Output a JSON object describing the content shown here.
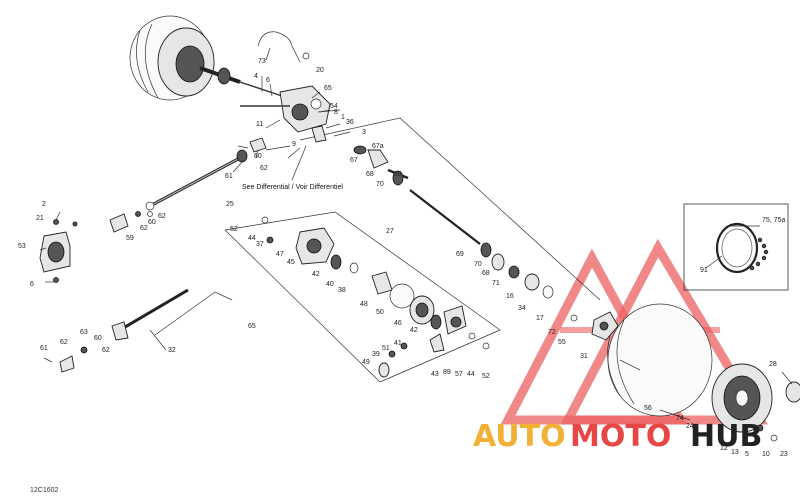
{
  "diagram_code": "12C1602",
  "note": "See Differential / Voir Differentiel",
  "watermark": {
    "auto": "AUTO",
    "moto": "MOTO",
    "hub": "HUB",
    "color_red": "#e84545",
    "color_orange": "#f2b134",
    "color_dark": "#222222"
  },
  "callouts": [
    {
      "id": "73",
      "t": "73"
    },
    {
      "id": "20",
      "t": "20"
    },
    {
      "id": "65a",
      "t": "65"
    },
    {
      "id": "4a",
      "t": "4"
    },
    {
      "id": "6",
      "t": "6"
    },
    {
      "id": "54",
      "t": "54"
    },
    {
      "id": "8",
      "t": "8"
    },
    {
      "id": "1",
      "t": "1"
    },
    {
      "id": "36",
      "t": "36"
    },
    {
      "id": "11",
      "t": "11"
    },
    {
      "id": "3",
      "t": "3"
    },
    {
      "id": "9",
      "t": "9"
    },
    {
      "id": "60a",
      "t": "60"
    },
    {
      "id": "61a",
      "t": "61"
    },
    {
      "id": "62a",
      "t": "62"
    },
    {
      "id": "67a",
      "t": "67a"
    },
    {
      "id": "67",
      "t": "67"
    },
    {
      "id": "68a",
      "t": "68"
    },
    {
      "id": "70a",
      "t": "70"
    },
    {
      "id": "69a",
      "t": "69"
    },
    {
      "id": "25",
      "t": "25"
    },
    {
      "id": "2",
      "t": "2"
    },
    {
      "id": "21",
      "t": "21"
    },
    {
      "id": "53",
      "t": "53"
    },
    {
      "id": "6b",
      "t": "6"
    },
    {
      "id": "60b",
      "t": "60"
    },
    {
      "id": "62b",
      "t": "62"
    },
    {
      "id": "62c",
      "t": "62"
    },
    {
      "id": "59",
      "t": "59"
    },
    {
      "id": "52a",
      "t": "52"
    },
    {
      "id": "44a",
      "t": "44"
    },
    {
      "id": "37",
      "t": "37"
    },
    {
      "id": "47",
      "t": "47"
    },
    {
      "id": "45",
      "t": "45"
    },
    {
      "id": "42a",
      "t": "42"
    },
    {
      "id": "40",
      "t": "40"
    },
    {
      "id": "38",
      "t": "38"
    },
    {
      "id": "48",
      "t": "48"
    },
    {
      "id": "50",
      "t": "50"
    },
    {
      "id": "46",
      "t": "46"
    },
    {
      "id": "42b",
      "t": "42"
    },
    {
      "id": "27",
      "t": "27"
    },
    {
      "id": "69b",
      "t": "69"
    },
    {
      "id": "70b",
      "t": "70"
    },
    {
      "id": "68b",
      "t": "68"
    },
    {
      "id": "71",
      "t": "71"
    },
    {
      "id": "16",
      "t": "16"
    },
    {
      "id": "34",
      "t": "34"
    },
    {
      "id": "17",
      "t": "17"
    },
    {
      "id": "72",
      "t": "72"
    },
    {
      "id": "55",
      "t": "55"
    },
    {
      "id": "91",
      "t": "91"
    },
    {
      "id": "75",
      "t": "75, 75a"
    },
    {
      "id": "65b",
      "t": "65"
    },
    {
      "id": "63",
      "t": "63"
    },
    {
      "id": "61b",
      "t": "61"
    },
    {
      "id": "62d",
      "t": "62"
    },
    {
      "id": "60c",
      "t": "60"
    },
    {
      "id": "62e",
      "t": "62"
    },
    {
      "id": "32",
      "t": "32"
    },
    {
      "id": "51",
      "t": "51"
    },
    {
      "id": "41",
      "t": "41"
    },
    {
      "id": "39",
      "t": "39"
    },
    {
      "id": "49",
      "t": "49"
    },
    {
      "id": "43",
      "t": "43"
    },
    {
      "id": "89",
      "t": "89"
    },
    {
      "id": "57",
      "t": "57"
    },
    {
      "id": "44b",
      "t": "44"
    },
    {
      "id": "52b",
      "t": "52"
    },
    {
      "id": "31",
      "t": "31"
    },
    {
      "id": "56",
      "t": "56"
    },
    {
      "id": "74",
      "t": "74"
    },
    {
      "id": "24",
      "t": "24"
    },
    {
      "id": "28",
      "t": "28"
    },
    {
      "id": "12",
      "t": "12"
    },
    {
      "id": "13",
      "t": "13"
    },
    {
      "id": "5",
      "t": "5"
    },
    {
      "id": "10",
      "t": "10"
    },
    {
      "id": "23",
      "t": "23"
    }
  ]
}
